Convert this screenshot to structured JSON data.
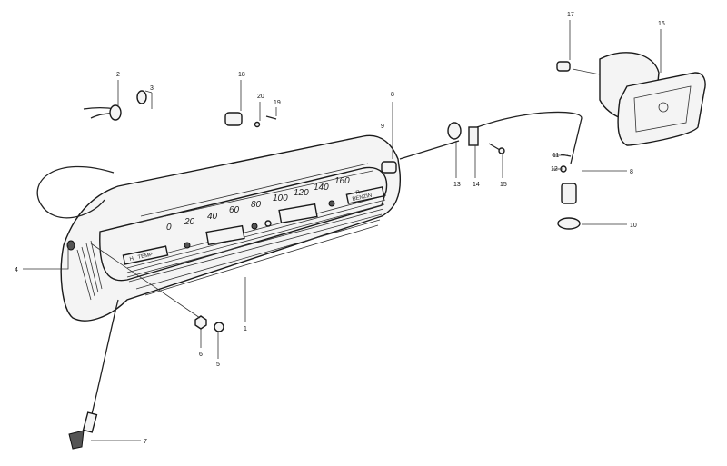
{
  "diagram": {
    "speed_scale": [
      "0",
      "20",
      "40",
      "60",
      "80",
      "100",
      "120",
      "140",
      "160"
    ],
    "gauge_labels": {
      "temp": "TEMP",
      "temp_hot": "H",
      "fuel": "BENZIN",
      "fuel_small": "R"
    },
    "callouts": [
      "1",
      "2",
      "3",
      "4",
      "5",
      "6",
      "7",
      "8",
      "8",
      "9",
      "10",
      "11",
      "12",
      "13",
      "14",
      "15",
      "16",
      "17",
      "18",
      "20",
      "19"
    ]
  }
}
